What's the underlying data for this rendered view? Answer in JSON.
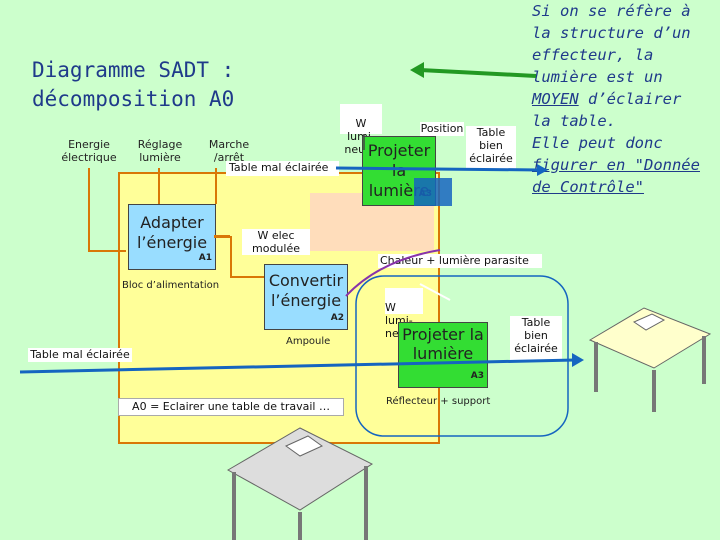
{
  "title": {
    "line1": "Diagramme SADT :",
    "line2": "décomposition A0"
  },
  "note": {
    "line1": "Si on se réfère à",
    "line2": "la structure d’un",
    "line3": "effecteur, la",
    "line4": "lumière est un",
    "line5": "MOYEN",
    "line5b": " d’éclairer",
    "line6": "la table.",
    "line7": "Elle peut donc",
    "line8": "figurer en \"Donnée",
    "line9": "de Contrôle\""
  },
  "inputs": {
    "energie": "Energie électrique",
    "reglage": "Réglage lumière",
    "marche": "Marche /arrêt",
    "table_mal_top": "Table mal éclairée",
    "w_lumineuse_top": "W lumi-\nneuse",
    "position": "Position",
    "table_bien_top": "Table bien éclairée"
  },
  "blocks": {
    "a1_label": "Adapter l’énergie",
    "a1_id": "A1",
    "a2_label": "Convertir l’énergie",
    "a2_id": "A2",
    "a3_top_label": "Projeter la lumière",
    "a3_top_id": "A3",
    "a3_label": "Projeter la lumière",
    "a3_id": "A3"
  },
  "labels": {
    "w_elec": "W elec modulée",
    "chaleur": "Chaleur + lumière parasite",
    "bloc_alim": "Bloc d’alimentation",
    "w_lumi_mid": "W lumi-\nneuse",
    "ampoule": "Ampoule",
    "table_mal_left": "Table mal éclairée",
    "table_bien_right": "Table bien éclairée",
    "reflecteur": "Réflecteur + support",
    "a0_caption": "A0 = Eclairer une table de travail …"
  },
  "colors": {
    "background": "#ccffcc",
    "frame": "#ffff99",
    "frame_border": "#d97706",
    "block_green": "#33dd33",
    "block_blue": "#99ddff",
    "arrow_blue": "#1565c0",
    "title_blue": "#1f3a8a"
  }
}
